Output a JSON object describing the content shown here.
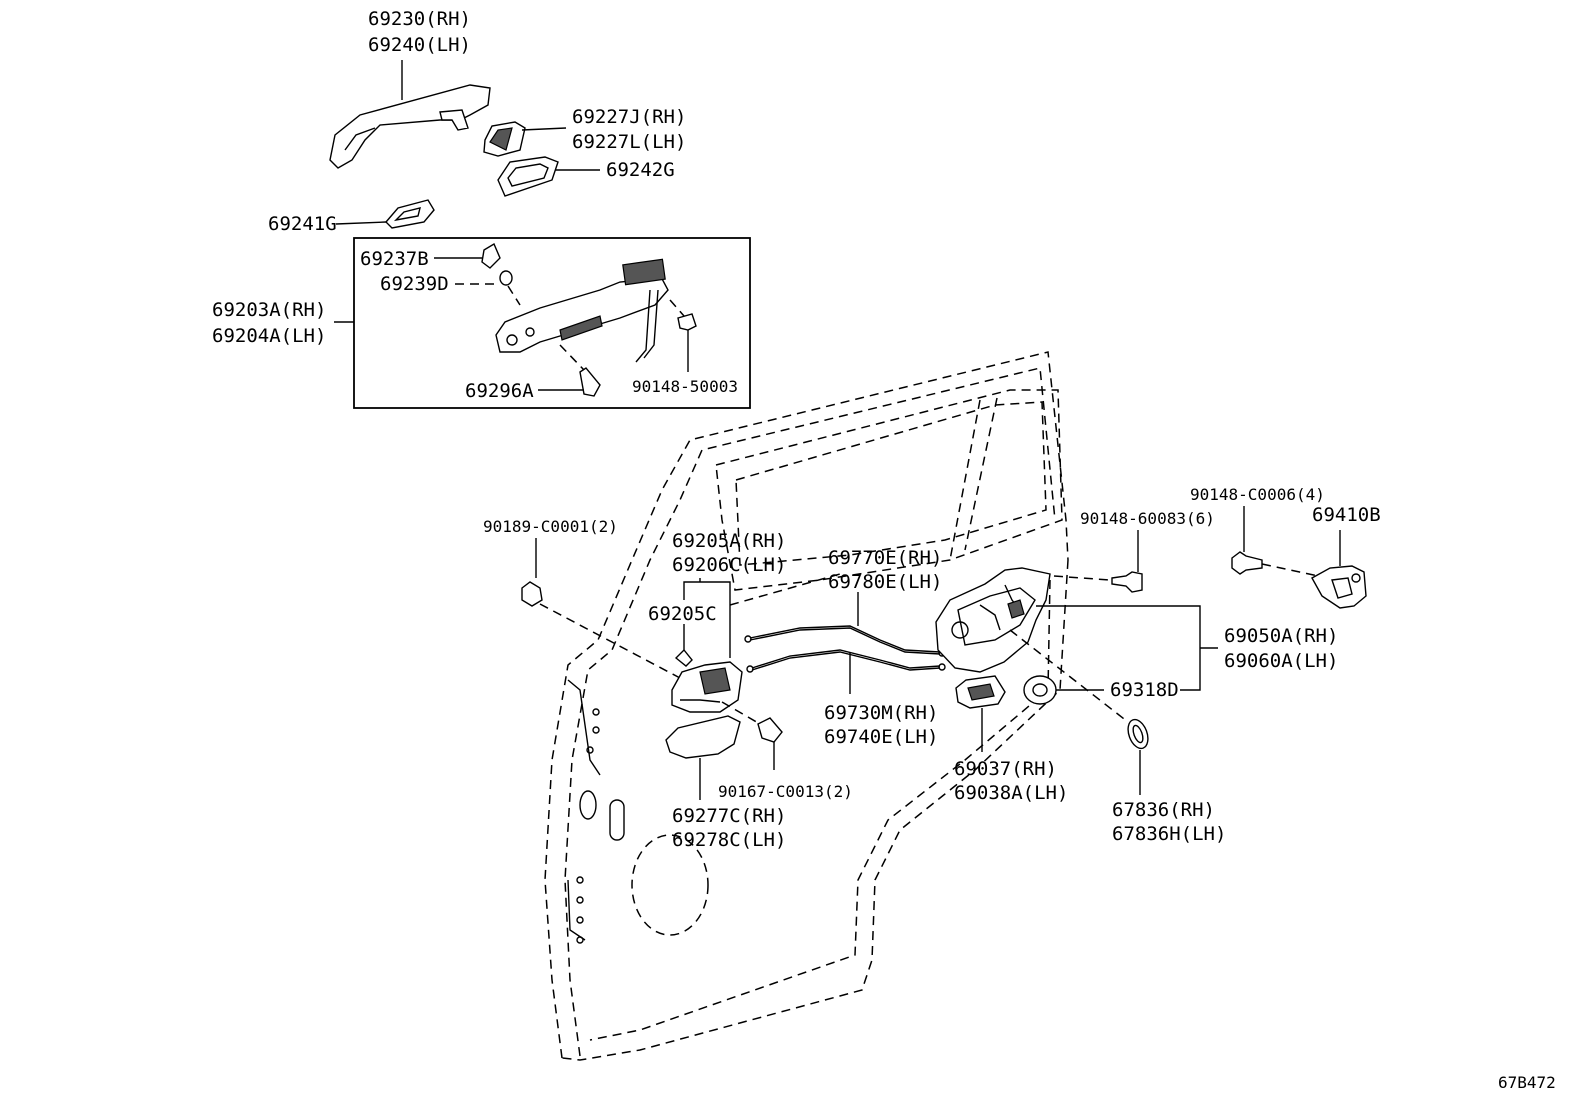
{
  "parts": {
    "outside_handle": {
      "rh": "69230(RH)",
      "lh": "69240(LH)"
    },
    "handle_cap": {
      "rh": "69227J(RH)",
      "lh": "69227L(LH)"
    },
    "handle_pad_rear": "69242G",
    "handle_pad_front": "69241G",
    "frame_group": {
      "rh": "69203A(RH)",
      "lh": "69204A(LH)"
    },
    "frame_clip": "69237B",
    "frame_bushing": "69239D",
    "frame_pin": "69296A",
    "frame_screw": "90148-50003",
    "inner_clip": "90189-C0001(2)",
    "inside_handle": {
      "rh": "69205A(RH)",
      "lh": "69206C(LH)"
    },
    "inside_handle_sub": "69205C",
    "cable_upper": {
      "rh": "69770E(RH)",
      "lh": "69780E(LH)"
    },
    "cable_lower": {
      "rh": "69730M(RH)",
      "lh": "69740E(LH)"
    },
    "bezel_screw": "90167-C0013(2)",
    "bezel": {
      "rh": "69277C(RH)",
      "lh": "69278C(LH)"
    },
    "lock_screw": "90148-60083(6)",
    "striker_screw": "90148-C0006(4)",
    "striker": "69410B",
    "lock_assy": {
      "rh": "69050A(RH)",
      "lh": "69060A(LH)"
    },
    "lock_seal": "69318D",
    "lock_cover": {
      "rh": "69037(RH)",
      "lh": "69038A(LH)"
    },
    "grommet": {
      "rh": "67836(RH)",
      "lh": "67836H(LH)"
    }
  },
  "diagram_code": "67B472"
}
